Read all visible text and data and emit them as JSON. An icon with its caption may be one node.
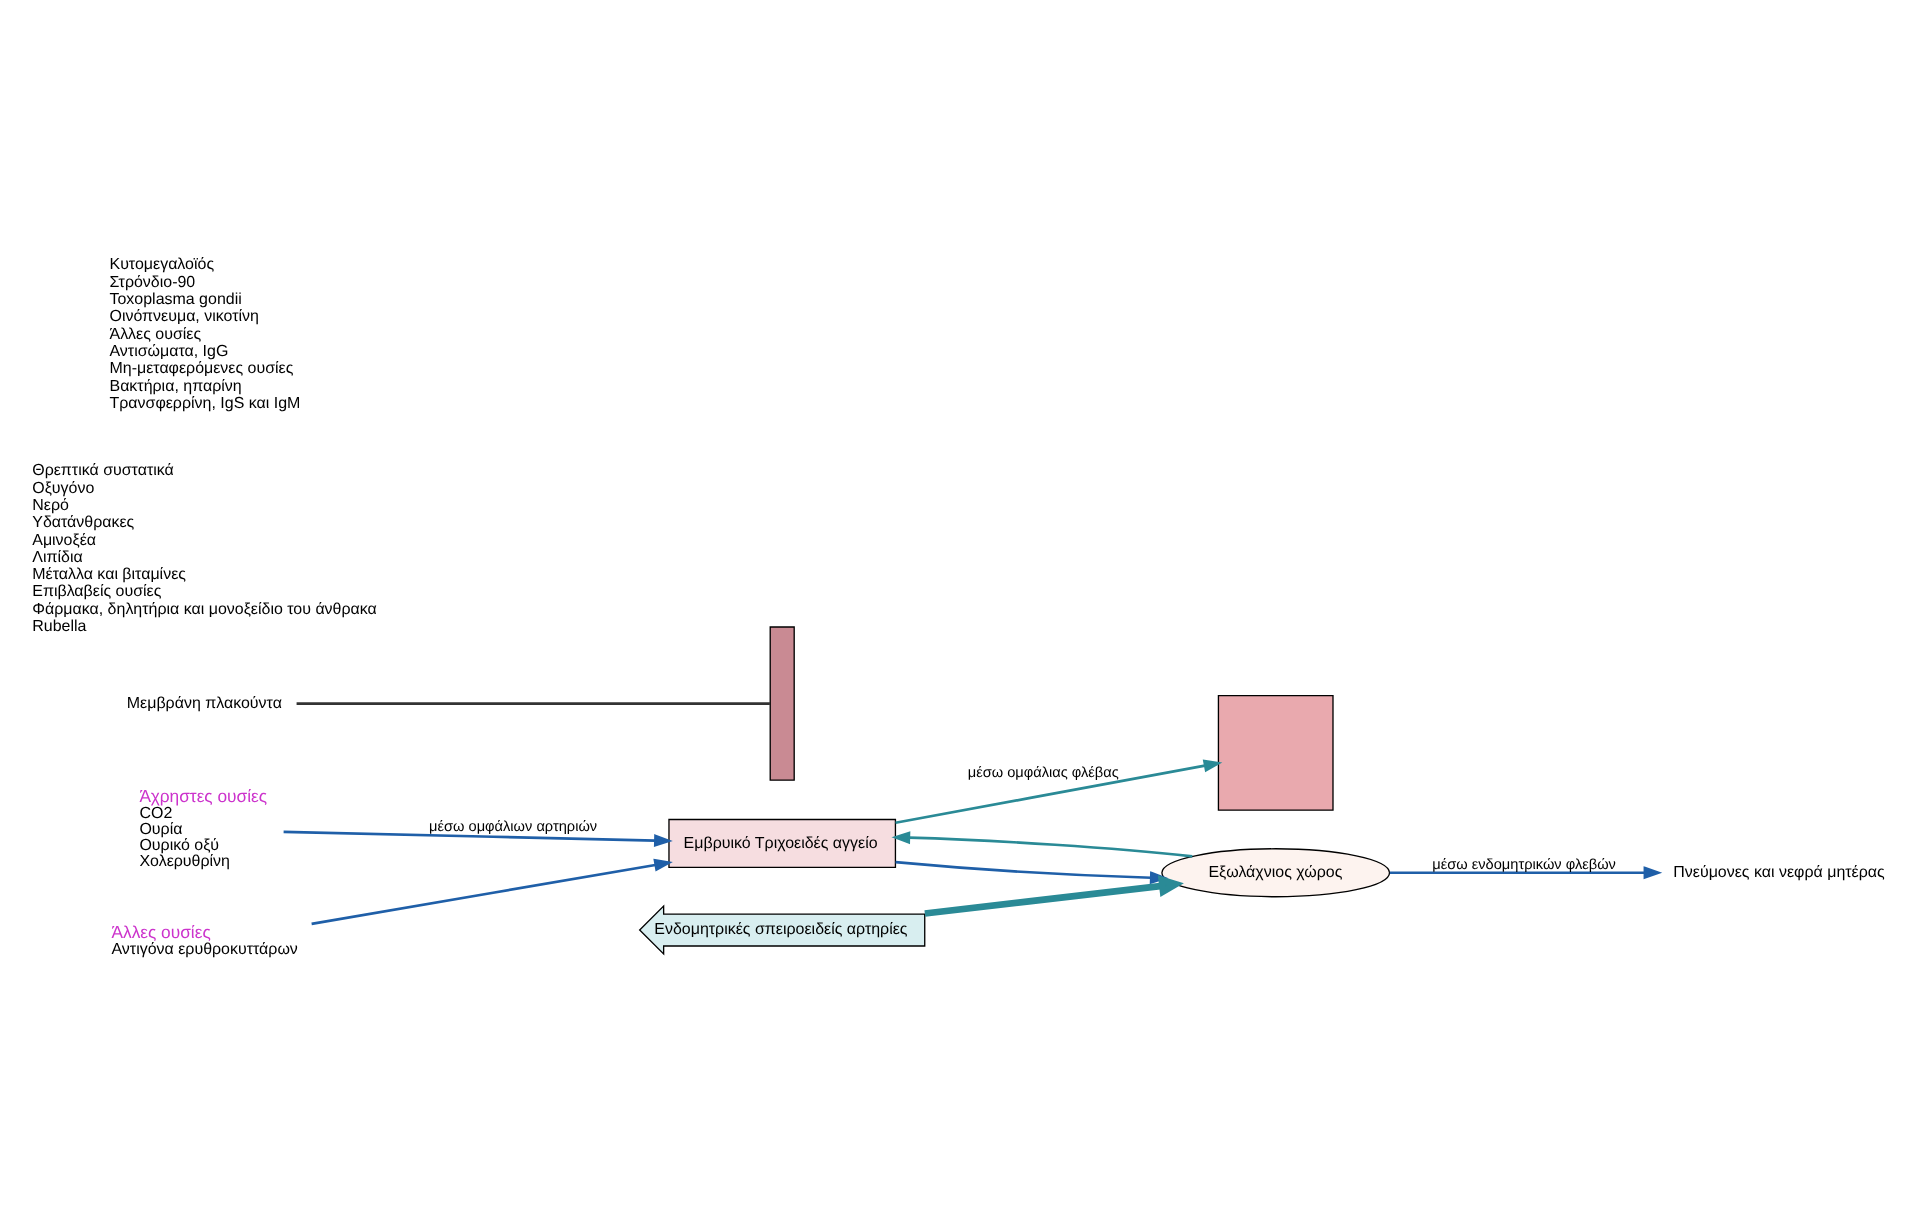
{
  "diagram": {
    "nodes": [
      {
        "text": [
          "Άχρηστες ουσίες",
          "CO2",
          "Ουρία",
          "Ουρικό οξύ",
          "Χολερυθρίνη"
        ]
      },
      {
        "text": [
          "Άλλες ουσίες",
          "Αντιγόνα ερυθροκυττάρων"
        ]
      },
      {
        "text": [
          "Εμβρυικό Τριχοειδές αγγείο"
        ]
      },
      {
        "text": [
          "Εξωλάχνιος χώρος"
        ]
      },
      {
        "text": [
          "Ενδομητρικές σπειροειδείς αρτηρίες"
        ]
      },
      {
        "text": [
          "Πνεύμονες και νεφρά μητέρας"
        ]
      },
      {
        "text": [],
        "shape": "box"
      },
      {
        "text": [
          "Μεμβράνη πλακούντα"
        ]
      },
      {
        "text": [],
        "shape": "bar"
      }
    ],
    "edges": [
      {
        "from": 0,
        "to": 2,
        "arrow": "to",
        "label": "μέσω ομφάλιων αρτηριών"
      },
      {
        "from": 1,
        "to": 2,
        "arrow": "to"
      },
      {
        "from": 2,
        "to": 3,
        "arrow": "to"
      },
      {
        "from": 3,
        "to": 5,
        "arrow": "to",
        "label": "μέσω ενδομητρικών φλεβών"
      },
      {
        "from": 4,
        "to": 3,
        "arrow": "to",
        "style": "thick",
        "color": "#2a8a96"
      },
      {
        "from": 3,
        "to": 2,
        "arrow": "to",
        "color": "#2a8a96"
      },
      {
        "from": 2,
        "to": 6,
        "arrow": "to",
        "label": "μέσω ομφάλιας φλέβας",
        "color": "#2a8a96"
      },
      {
        "from": 7,
        "to": 8,
        "arrow": "none",
        "color": "#333333"
      }
    ],
    "labels": [
      "Θρεπτικά συστατικά",
      "Οξυγόνο",
      "Νερό",
      "Υδατάνθρακες",
      "Αμινοξέα",
      "Λιπίδια",
      "Μέταλλα και βιταμίνες",
      "Επιβλαβείς ουσίες",
      "Φάρμακα, δηλητήρια και μονοξείδιο του άνθρακα",
      "Rubella",
      "Κυτομεγαλοϊός",
      "Στρόνδιο-90",
      "Toxoplasma gondii",
      "Οινόπνευμα, νικοτίνη",
      "Άλλες ουσίες",
      "Αντισώματα, IgG",
      "Μη-μεταφερόμενες ουσίες",
      "Βακτήρια, ηπαρίνη",
      "Τρανσφερρίνη, IgS και IgM"
    ]
  }
}
